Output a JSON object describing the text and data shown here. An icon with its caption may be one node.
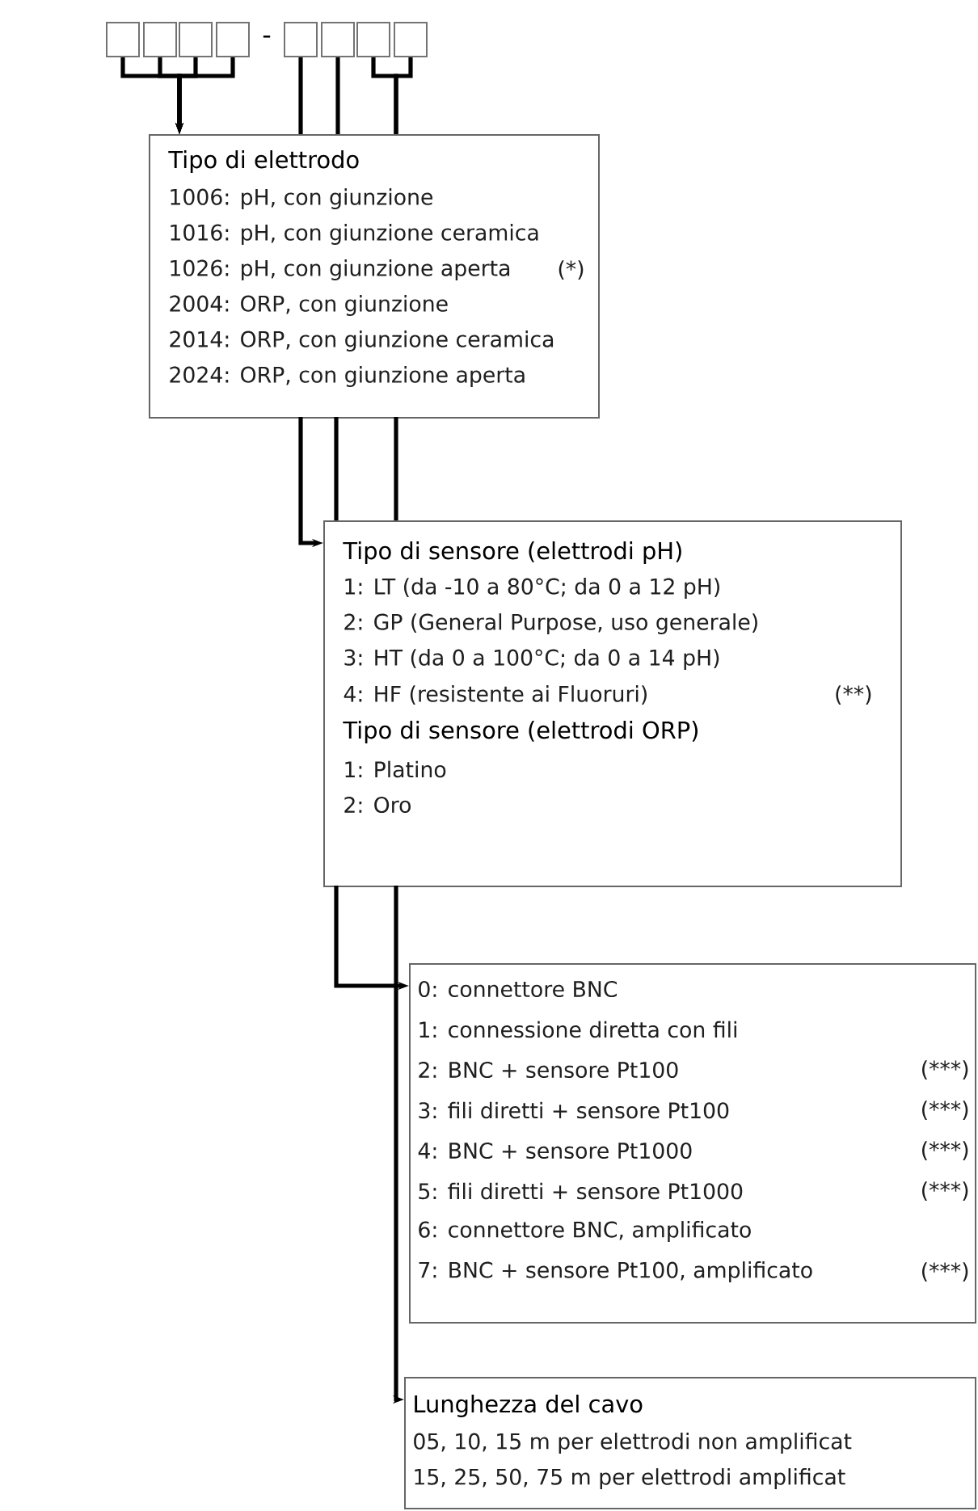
{
  "diagram": {
    "nodes": [
      {
        "text": [],
        "shape": "box"
      },
      {
        "text": [],
        "shape": "box"
      },
      {
        "text": [],
        "shape": "box"
      },
      {
        "text": [],
        "shape": "box"
      },
      {
        "text": [],
        "shape": "box"
      },
      {
        "text": [],
        "shape": "box"
      },
      {
        "text": [],
        "shape": "box"
      },
      {
        "text": [],
        "shape": "box"
      },
      {
        "text": [
          "Tipo di elettrodo",
          "1006: pH, con giunzione",
          "1016: pH, con giunzione ceramica",
          "1026: pH, con giunzione aperta",
          "(*)",
          "2004: ORP, con giunzione",
          "2014: ORP, con giunzione ceramica",
          "2024: ORP, con giunzione aperta"
        ]
      },
      {
        "text": [
          "Tipo di sensore (elettrodi pH)",
          "1: LT (da -10 a 80°C; da 0 a 12 pH)",
          "2: GP (General Purpose, uso generale)",
          "3: HT (da 0 a 100°C; da 0 a 14 pH)",
          "4: HF (resistente ai Fluoruri)",
          "(**)",
          "Tipo di sensore (elettrodi ORP)",
          "1: Platino",
          "2: Oro"
        ]
      },
      {
        "text": [
          "0: connettore BNC",
          "1: connessione diretta con fili",
          "2: BNC + sensore Pt100",
          "(***)",
          "3: fili diretti + sensore Pt100",
          "(***)",
          "4: BNC + sensore Pt1000",
          "(***)",
          "5: fili diretti + sensore Pt1000",
          "(***)",
          "6: connettore BNC, amplificato",
          "7: BNC + sensore Pt100, amplificato",
          "(***)"
        ]
      },
      {
        "text": [
          "Lunghezza del cavo",
          "05, 10, 15 m per elettrodi non amplificat",
          "15, 25, 50, 75 m per elettrodi amplificat"
        ]
      }
    ],
    "edges": [
      {
        "from": 0,
        "to": 8,
        "arrow": "to"
      },
      {
        "from": 1,
        "to": 8,
        "arrow": "to"
      },
      {
        "from": 2,
        "to": 8,
        "arrow": "to"
      },
      {
        "from": 3,
        "to": 8,
        "arrow": "to"
      },
      {
        "from": 4,
        "to": 8,
        "arrow": "none"
      },
      {
        "from": 5,
        "to": 8,
        "arrow": "none"
      },
      {
        "from": 6,
        "to": 8,
        "arrow": "none"
      },
      {
        "from": 7,
        "to": 8,
        "arrow": "none"
      },
      {
        "from": 8,
        "to": 9,
        "arrow": "to"
      },
      {
        "from": 8,
        "to": 9,
        "arrow": "none"
      },
      {
        "from": 8,
        "to": 9,
        "arrow": "none"
      },
      {
        "from": 9,
        "to": 10,
        "arrow": "to"
      },
      {
        "from": 9,
        "to": 11,
        "arrow": "to"
      }
    ],
    "labels": [
      "-"
    ]
  }
}
